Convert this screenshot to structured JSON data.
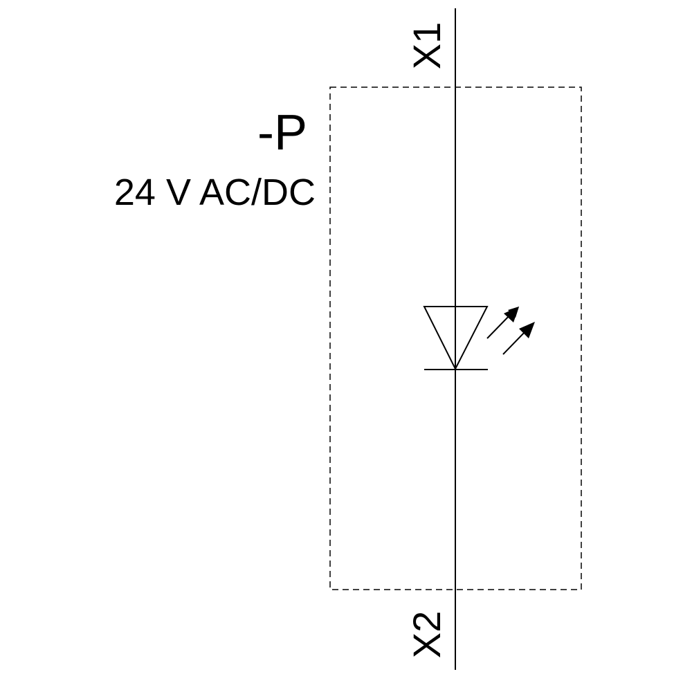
{
  "diagram": {
    "type": "electrical-schematic",
    "component": {
      "designation": "-P",
      "rating": "24 V AC/DC",
      "symbol": "led-indicator-lamp"
    },
    "terminals": [
      {
        "id": "top",
        "label": "X1"
      },
      {
        "id": "bottom",
        "label": "X2"
      }
    ],
    "colors": {
      "stroke": "#000000",
      "background": "#ffffff"
    }
  }
}
